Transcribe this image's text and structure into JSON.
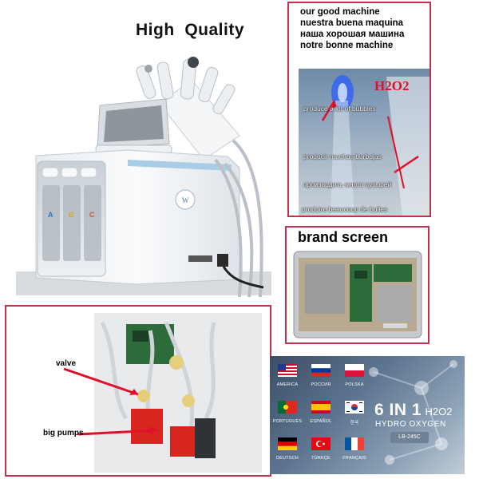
{
  "machine": {
    "headline": "High  Quality",
    "cartridges": [
      "A",
      "B",
      "C"
    ],
    "colors": {
      "body": "#f2f4f6",
      "accent_blue": "#a9cde6",
      "probe": "#e6e8ea"
    }
  },
  "bubbles": {
    "captions": [
      "our good machine",
      "nuestra buena maquina",
      "наша хорошая машина",
      "notre bonne machine"
    ],
    "formula": "H2O2",
    "overlays": [
      "produce a lot of bubbles",
      "producir muchas burbujas",
      "производить много пузырей",
      "produire beaucoup de bulles"
    ],
    "colors": {
      "arrow": "#e0102a",
      "glow": "#2b5cff"
    }
  },
  "screen": {
    "title": "brand screen"
  },
  "pumps": {
    "labels": [
      "valve",
      "big pumps"
    ],
    "colors": {
      "pump": "#d8261e",
      "arrow": "#e0102a",
      "board": "#2d6b3a"
    }
  },
  "promo": {
    "flags": [
      {
        "name": "AMERICA",
        "icon": "usa-flag-icon"
      },
      {
        "name": "POCCИЯ",
        "icon": "russia-flag-icon"
      },
      {
        "name": "POLSKA",
        "icon": "poland-flag-icon"
      },
      {
        "name": "PORTUGUES",
        "icon": "portugal-flag-icon"
      },
      {
        "name": "ESPAÑOL",
        "icon": "spain-flag-icon"
      },
      {
        "name": "한국",
        "icon": "korea-flag-icon"
      },
      {
        "name": "DEUTSCH",
        "icon": "germany-flag-icon"
      },
      {
        "name": "TÜRKÇE",
        "icon": "turkey-flag-icon"
      },
      {
        "name": "FRANÇAIS",
        "icon": "france-flag-icon"
      }
    ],
    "title_big": "6 IN 1",
    "title_formula": "H2O2",
    "subtitle": "HYDRO OXYGEN",
    "model": "LB-245C"
  }
}
